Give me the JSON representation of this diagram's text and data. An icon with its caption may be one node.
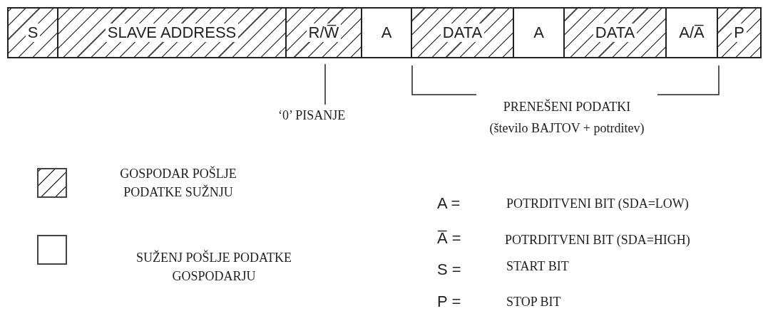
{
  "diagram": {
    "nodes": [
      {
        "text": [
          "S"
        ]
      },
      {
        "text": [
          "SLAVE ADDRESS"
        ]
      },
      {
        "text": [
          "R/W̅"
        ]
      },
      {
        "text": [
          "A"
        ]
      },
      {
        "text": [
          "DATA"
        ]
      },
      {
        "text": [
          "A"
        ]
      },
      {
        "text": [
          "DATA"
        ]
      },
      {
        "text": [
          "A/A̅"
        ]
      },
      {
        "text": [
          "P"
        ]
      },
      {
        "text": [
          "‘0’ PISANJE"
        ]
      }
    ],
    "edges": [
      {
        "from": 9,
        "to": 2,
        "arrow": "none"
      }
    ],
    "labels": [
      "PRENEŠENI PODATKI",
      "(število BAJTOV + potrditev)",
      "A =",
      "POTRDITVENI BIT (SDA=LOW)",
      "A̅ =",
      "POTRDITVENI BIT (SDA=HIGH)",
      "S =",
      "START BIT",
      "P =",
      "STOP BIT"
    ],
    "legend": [
      {
        "text": "GOSPODAR POŠLJE PODATKE SUŽNJU"
      },
      {
        "text": "SUŽENJ POŠLJE PODATKE GOSPODARJU",
        "color": "#ffffff"
      }
    ]
  }
}
